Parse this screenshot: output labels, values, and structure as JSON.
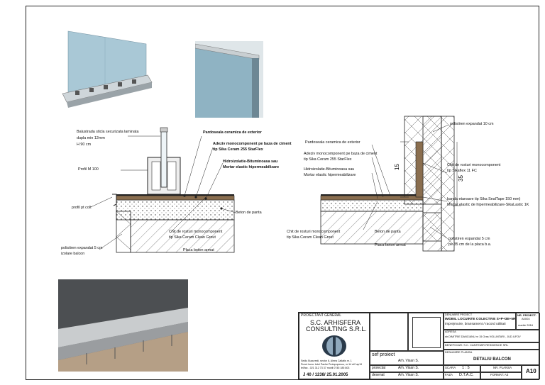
{
  "left_detail": {
    "labels": {
      "balustrada": "Balustrada sticla securizata laminata",
      "balustrada2": "dupla min 12mm",
      "balustrada3": "H 90 cm",
      "profil": "Profil M 100",
      "profil_colt": "profil pt colt",
      "pardoseala": "Pardoseala ceramica de exterior",
      "adeziv1": "Adeziv monocomponent pe baza de ciment",
      "adeziv2": "tip Sika Ceram 255 StarFlex",
      "hidro1": "Hidroizolatie-Bituminoasa sau",
      "hidro2": "Mortar elastic hipermeabilizare",
      "beton_panta": "Beton de panta",
      "chit1": "Chit de rosturi monocomponent",
      "chit2": "tip Sika Ceram Clean Grout",
      "placa": "Placa beton armat",
      "polistiren1": "polistiren expandat 5 cm",
      "polistiren2": "izolare balcon"
    }
  },
  "right_detail": {
    "labels": {
      "polistiren_top": "polistiren expandat 10 cm",
      "pardoseala": "Pardoseala ceramica de exterior",
      "adeziv1": "Adeziv monocomponent pe baza de ciment",
      "adeziv2": "tip Sika Ceram 255 StarFlex",
      "hidro1": "Hidroizolatie-Bituminoasa sau",
      "hidro2": "Mortar elastic hipermeabilizare",
      "chit_rost1": "Chit de rosturi monocomponent",
      "chit_rost2": "tip Sikaflex 11 FC",
      "banda1": "banda etansare tip Sika SealTape 150 mm)",
      "banda2": "Mortar elastic de hipermeabilizare-SikaLastic 1K",
      "beton_panta": "Beton de panta",
      "chit1": "Chit de rosturi monocomponent",
      "chit2": "tip Sika Ceram Clean Grout",
      "placa": "Placa beton armat",
      "polistiren1": "polistiren expandat 5 cm",
      "polistiren2": "pe 35 cm de la placa b.a.",
      "dim15": "15",
      "dim35": "35"
    }
  },
  "title_block": {
    "proiectant_general": "PROIECTANT GENERAL",
    "firma1": "S.C. ARHISFERA",
    "firma2": "CONSULTING S.R.L.",
    "adresa1": "Sediu Bucuresti, sector 6, Aleea Callatis nr. 1",
    "adresa2": "Punct lucru: bdul Pache Protopopescu, nr.14 et2 ap19",
    "tel": "tel/fax - 021 312 73 37          mobil 0745 185 803",
    "registru": "J 40 / 1238/ 25.01.2005",
    "sef_proiect": "sef proiect",
    "arh": "Arh. Visan S.",
    "proiectat": "proiectat",
    "desenat": "desenat",
    "denumire_proiect": "DENUMIRE PROIECT",
    "proiect1": "IMOBIL LOCUINTE COLECTIVE S+P+3E+5R",
    "proiect2": "imprejmuire, bransament / racord utilitati",
    "adresa_label": "ADRESA",
    "adresa_obiect": "str.DIMITRIE DANCIANU nr 15 Oras VOLUNTARI , JUD.ILFOV",
    "beneficiar": "BENEFICIAR: S.C. CANTEMIR RESIDENCE SRL",
    "denumire_plansa": "DENUMIRE PLANSA",
    "plansa": "DETALIU BALCON",
    "nr_proiect_label": "NR. PROIECT:",
    "nr_proiect": "A0004",
    "data": "martie 2016",
    "scara_label": "SCARA",
    "scara": "1 : 5",
    "nr_plansa_label": "NR. PLANSA",
    "nr_plansa": "A10",
    "faza_label": "FAZA",
    "faza": "D.T.A.C.",
    "format": "FORMAT: A3"
  }
}
